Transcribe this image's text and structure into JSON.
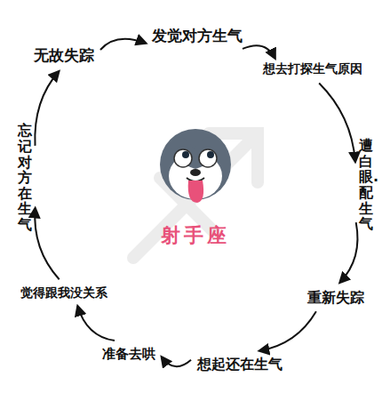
{
  "diagram": {
    "nodes": [
      {
        "text": [
          "发觉对方生气"
        ]
      },
      {
        "text": [
          "想去打探生气原因"
        ]
      },
      {
        "text": [
          "遭白眼.配生气"
        ]
      },
      {
        "text": [
          "重新失踪"
        ]
      },
      {
        "text": [
          "想起还在生气"
        ]
      },
      {
        "text": [
          "准备去哄"
        ]
      },
      {
        "text": [
          "觉得跟我没关系"
        ]
      },
      {
        "text": [
          "忘记对方在生气"
        ]
      },
      {
        "text": [
          "无故失踪"
        ]
      }
    ],
    "edges": [
      {
        "from": 0,
        "to": 1,
        "arrow": "to"
      },
      {
        "from": 1,
        "to": 2,
        "arrow": "to"
      },
      {
        "from": 2,
        "to": 3,
        "arrow": "to"
      },
      {
        "from": 3,
        "to": 4,
        "arrow": "to"
      },
      {
        "from": 4,
        "to": 5,
        "arrow": "to"
      },
      {
        "from": 5,
        "to": 6,
        "arrow": "to"
      },
      {
        "from": 6,
        "to": 7,
        "arrow": "to"
      },
      {
        "from": 7,
        "to": 8,
        "arrow": "to"
      },
      {
        "from": 8,
        "to": 0,
        "arrow": "to"
      }
    ],
    "labels": [
      "射手座"
    ]
  }
}
